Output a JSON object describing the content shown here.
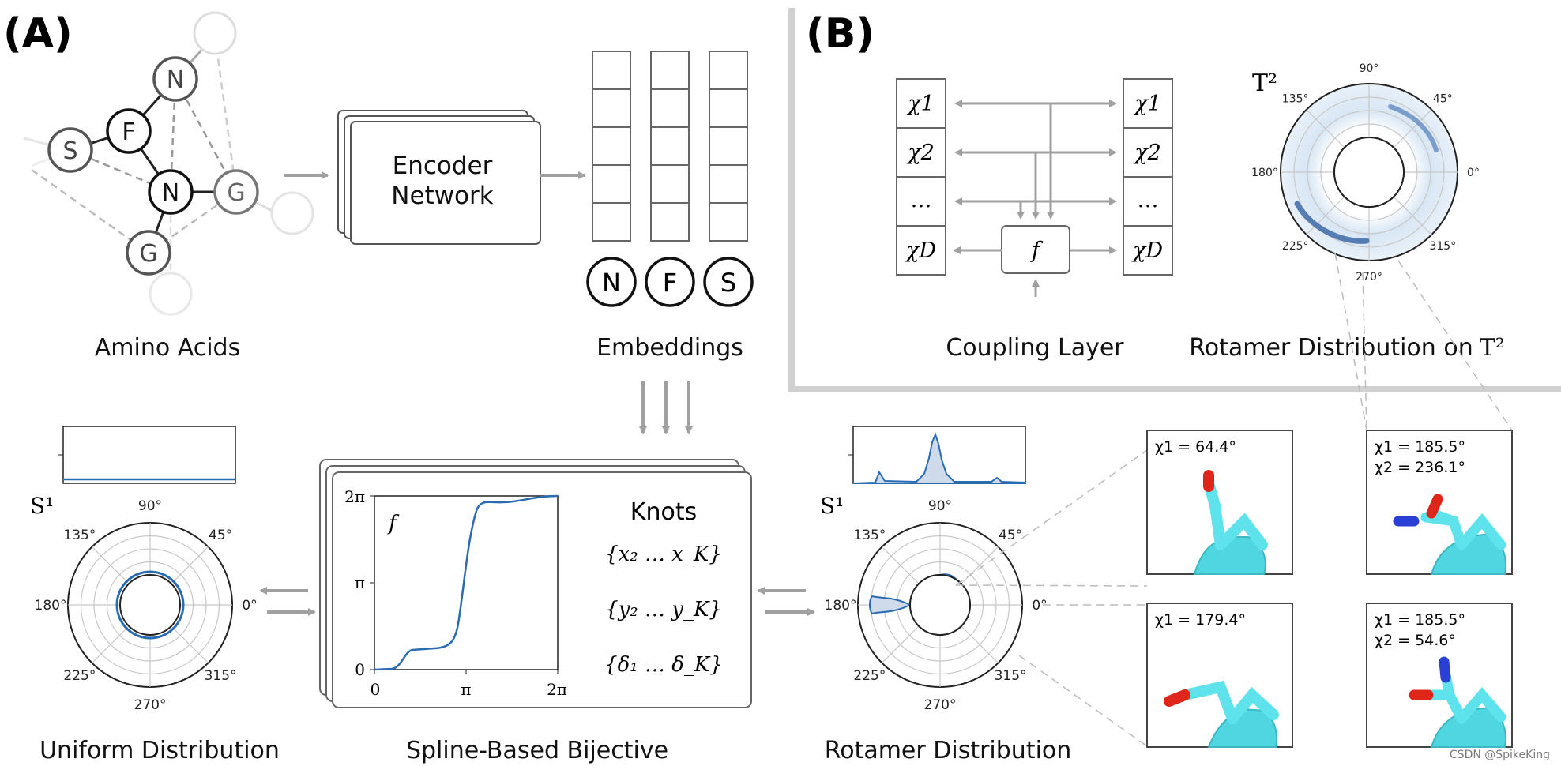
{
  "panel_a": {
    "label": "(A)",
    "graph_nodes": [
      "S",
      "F",
      "N",
      "N",
      "G",
      "G"
    ],
    "captions": {
      "amino": "Amino Acids",
      "embeddings": "Embeddings",
      "uniform": "Uniform Distribution",
      "spline": "Spline-Based Bijective",
      "rotamer": "Rotamer Distribution"
    },
    "encoder": [
      "Encoder",
      "Network"
    ],
    "embedding_labels": [
      "N",
      "F",
      "S"
    ],
    "knots_title": "Knots",
    "knots": [
      "{x₂ … x_K}",
      "{y₂ … y_K}",
      "{δ₁ … δ_K}"
    ],
    "spline_plot": {
      "f_label": "f",
      "y_ticks": [
        "2π",
        "π",
        "0"
      ],
      "x_ticks": [
        "0",
        "π",
        "2π"
      ]
    },
    "polar_angles": [
      "90°",
      "45°",
      "135°",
      "180°",
      "0°",
      "225°",
      "315°",
      "270°"
    ],
    "circle_label": "S¹"
  },
  "panel_b": {
    "label": "(B)",
    "chi_labels": [
      "χ1",
      "χ2",
      "…",
      "χD"
    ],
    "f_label": "f",
    "coupling_caption": "Coupling Layer",
    "torus_label": "T²",
    "torus_caption": "Rotamer Distribution on",
    "torus_caption_sym": "T²"
  },
  "rotamer_panels": [
    {
      "lines": [
        "χ1 = 64.4°"
      ]
    },
    {
      "lines": [
        "χ1 = 185.5°",
        "χ2 = 236.1°"
      ]
    },
    {
      "lines": [
        "χ1 = 179.4°"
      ]
    },
    {
      "lines": [
        "χ1 = 185.5°",
        "χ2 = 54.6°"
      ]
    }
  ],
  "watermark": "CSDN @SpikeKing",
  "colors": {
    "accent": "#2a6cb2",
    "arrow": "#a0a0a0",
    "cyan": "#5ee3ec",
    "red": "#e0261a",
    "blue": "#2a3fd6"
  }
}
